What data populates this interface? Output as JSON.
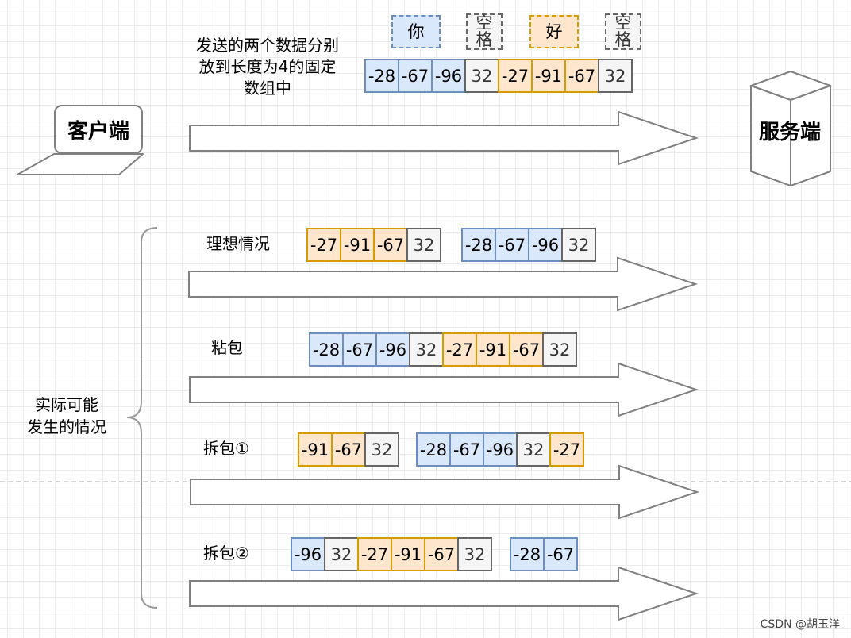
{
  "top": {
    "legend": {
      "ni": "你",
      "space1": [
        "空",
        "格"
      ],
      "hao": "好",
      "space2": [
        "空",
        "格"
      ]
    },
    "caption": [
      "发送的两个数据分别",
      "放到长度为4的固定",
      "数组中"
    ],
    "strip": [
      {
        "v": "-28",
        "c": "blue"
      },
      {
        "v": "-67",
        "c": "blue"
      },
      {
        "v": "-96",
        "c": "blue"
      },
      {
        "v": "32",
        "c": "gray"
      },
      {
        "v": "-27",
        "c": "orange"
      },
      {
        "v": "-91",
        "c": "orange"
      },
      {
        "v": "-67",
        "c": "orange"
      },
      {
        "v": "32",
        "c": "gray"
      }
    ]
  },
  "client": {
    "label": "客户端"
  },
  "server": {
    "label": "服务端"
  },
  "side_label": [
    "实际可能",
    "发生的情况"
  ],
  "cases": [
    {
      "label": "理想情况",
      "strips": [
        [
          {
            "v": "-27",
            "c": "orange"
          },
          {
            "v": "-91",
            "c": "orange"
          },
          {
            "v": "-67",
            "c": "orange"
          },
          {
            "v": "32",
            "c": "gray"
          }
        ],
        [
          {
            "v": "-28",
            "c": "blue"
          },
          {
            "v": "-67",
            "c": "blue"
          },
          {
            "v": "-96",
            "c": "blue"
          },
          {
            "v": "32",
            "c": "gray"
          }
        ]
      ]
    },
    {
      "label": "粘包",
      "strips": [
        [
          {
            "v": "-28",
            "c": "blue"
          },
          {
            "v": "-67",
            "c": "blue"
          },
          {
            "v": "-96",
            "c": "blue"
          },
          {
            "v": "32",
            "c": "gray"
          },
          {
            "v": "-27",
            "c": "orange"
          },
          {
            "v": "-91",
            "c": "orange"
          },
          {
            "v": "-67",
            "c": "orange"
          },
          {
            "v": "32",
            "c": "gray"
          }
        ]
      ]
    },
    {
      "label": "拆包①",
      "strips": [
        [
          {
            "v": "-91",
            "c": "orange"
          },
          {
            "v": "-67",
            "c": "orange"
          },
          {
            "v": "32",
            "c": "gray"
          }
        ],
        [
          {
            "v": "-28",
            "c": "blue"
          },
          {
            "v": "-67",
            "c": "blue"
          },
          {
            "v": "-96",
            "c": "blue"
          },
          {
            "v": "32",
            "c": "gray"
          },
          {
            "v": "-27",
            "c": "orange"
          }
        ]
      ]
    },
    {
      "label": "拆包②",
      "strips": [
        [
          {
            "v": "-96",
            "c": "blue"
          },
          {
            "v": "32",
            "c": "gray"
          },
          {
            "v": "-27",
            "c": "orange"
          },
          {
            "v": "-91",
            "c": "orange"
          },
          {
            "v": "-67",
            "c": "orange"
          },
          {
            "v": "32",
            "c": "gray"
          }
        ],
        [
          {
            "v": "-28",
            "c": "blue"
          },
          {
            "v": "-67",
            "c": "blue"
          }
        ]
      ]
    }
  ],
  "watermark": "CSDN @胡玉洋",
  "colors": {
    "blue_fill": "#dae8fc",
    "blue_stroke": "#6c8ebf",
    "orange_fill": "#ffe6cc",
    "orange_stroke": "#d79b00",
    "gray_fill": "#f5f5f5",
    "gray_stroke": "#666666"
  },
  "icons": {
    "client": "laptop-icon",
    "server": "server-icon"
  }
}
